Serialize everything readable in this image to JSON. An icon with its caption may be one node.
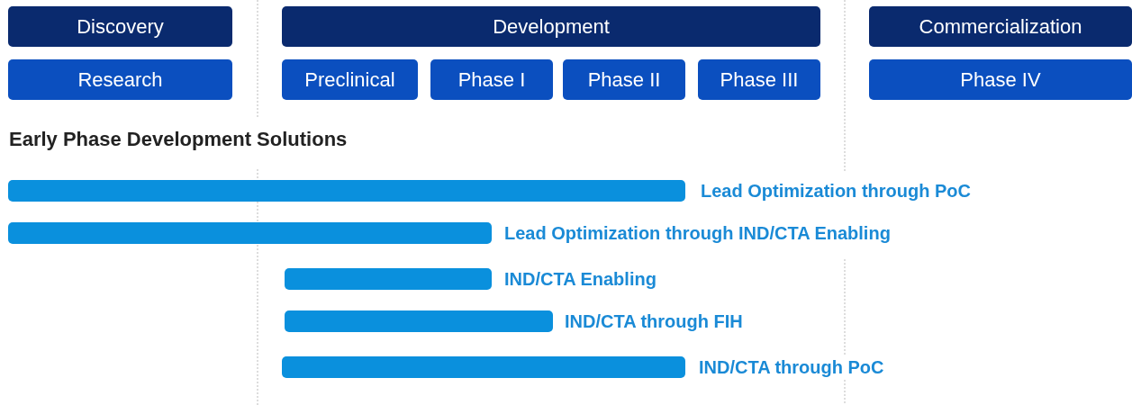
{
  "diagram": {
    "title": "Early Phase Development Solutions",
    "nodes": [
      {
        "text": [
          "Discovery"
        ]
      },
      {
        "text": [
          "Development"
        ]
      },
      {
        "text": [
          "Commercialization"
        ]
      },
      {
        "text": [
          "Research"
        ]
      },
      {
        "text": [
          "Preclinical"
        ]
      },
      {
        "text": [
          "Phase I"
        ]
      },
      {
        "text": [
          "Phase II"
        ]
      },
      {
        "text": [
          "Phase III"
        ]
      },
      {
        "text": [
          "Phase IV"
        ]
      },
      {
        "text": [],
        "shape": "bar",
        "beside": [
          "Lead Optimization through PoC"
        ]
      },
      {
        "text": [],
        "shape": "bar",
        "beside": [
          "Lead Optimization through IND/CTA Enabling"
        ]
      },
      {
        "text": [],
        "shape": "bar",
        "beside": [
          "IND/CTA Enabling"
        ]
      },
      {
        "text": [],
        "shape": "bar",
        "beside": [
          "IND/CTA through FIH"
        ]
      },
      {
        "text": [],
        "shape": "bar",
        "beside": [
          "IND/CTA through PoC"
        ]
      }
    ],
    "edges": []
  }
}
